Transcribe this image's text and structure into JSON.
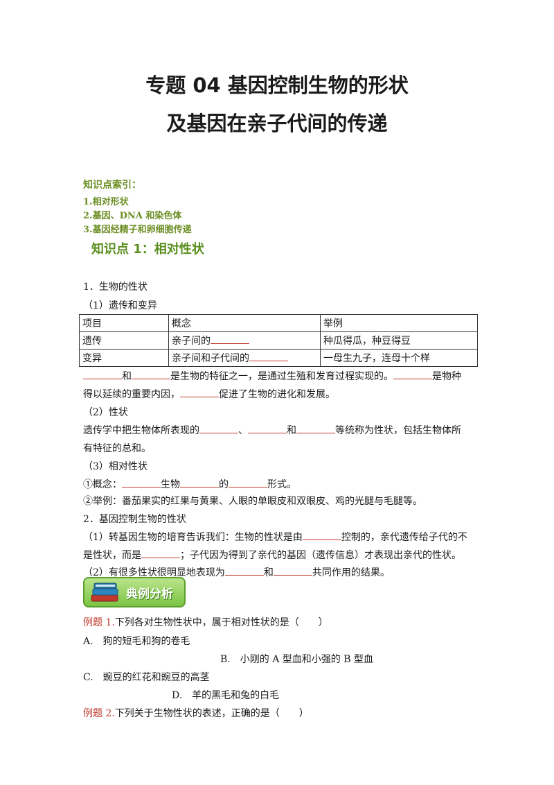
{
  "title": {
    "line1": "专题 04  基因控制生物的形状",
    "line2": "及基因在亲子代间的传递"
  },
  "index": {
    "heading": "知识点索引：",
    "items": [
      "1.相对形状",
      "2.基因、DNA 和染色体",
      "3.基因经精子和卵细胞传递"
    ]
  },
  "section1": {
    "heading": "知识点 1：相对性状",
    "p1": "1．生物的性状",
    "p1_sub": "（1）遗传和变异",
    "table": {
      "headers": [
        "项目",
        "概念",
        "举例"
      ],
      "rows": [
        {
          "item": "遗传",
          "concept": "亲子间的",
          "example": "种瓜得瓜，种豆得豆"
        },
        {
          "item": "变异",
          "concept": "亲子间和子代间的",
          "example": "一母生九子，连母十个样"
        }
      ]
    },
    "line_a1": "和",
    "line_a2": "是生物的特征之一，是通过生殖和发育过程实现的。",
    "line_a3": "是物种",
    "line_b1": "得以延续的重要内因，",
    "line_b2": "促进了生物的进化和发展。",
    "p2": "（2）性状",
    "line_c1": "遗传学中把生物体所表现的",
    "line_c2": "、",
    "line_c3": "和",
    "line_c4": "等统称为性状，包括生物体所",
    "line_d": "有特征的总和。",
    "p3": "（3）相对性状",
    "line_e1": "①概念：",
    "line_e2": "生物",
    "line_e3": "的",
    "line_e4": "形式。",
    "line_f": "②举例：番茄果实的红果与黄果、人眼的单眼皮和双眼皮、鸡的光腿与毛腿等。",
    "p4": "2．基因控制生物的性状",
    "line_g1": "（1）转基因生物的培育告诉我们：生物的性状是由",
    "line_g2": "控制的，亲代遗传给子代的不",
    "line_h1": "是性状，而是",
    "line_h2": "；子代因为得到了亲代的基因（遗传信息）才表现出亲代的性状。",
    "line_i1": "（2）有很多性状很明显地表现为",
    "line_i2": "和",
    "line_i3": "共同作用的结果。"
  },
  "badge": {
    "label": "典例分析"
  },
  "examples": {
    "q1_label": "例题 1.",
    "q1_text": "下列各对生物性状中，属于相对性状的是（　　）",
    "optA": "A.　狗的短毛和狗的卷毛",
    "optB": "B.　小刚的 A 型血和小强的 B 型血",
    "optC": "C.　豌豆的红花和豌豆的高茎",
    "optD": "D.　羊的黑毛和兔的白毛",
    "q2_label": "例题 2.",
    "q2_text": "下列关于生物性状的表述，正确的是（　　）"
  },
  "colors": {
    "green_text": "#6b8e23",
    "red_label": "#c0392b",
    "badge_green": "#7cc444"
  }
}
